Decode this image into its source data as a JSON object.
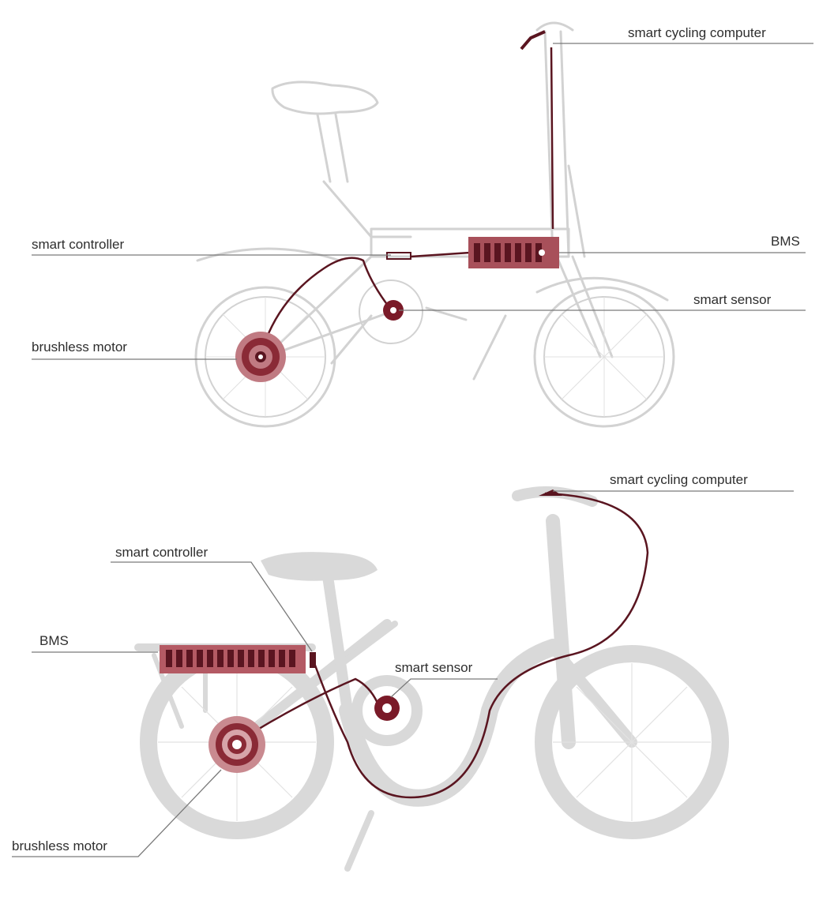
{
  "top_bike": {
    "labels": {
      "cycling_computer": "smart cycling computer",
      "controller": "smart controller",
      "bms": "BMS",
      "sensor": "smart sensor",
      "motor": "brushless motor"
    }
  },
  "bottom_bike": {
    "labels": {
      "cycling_computer": "smart cycling computer",
      "controller": "smart controller",
      "bms": "BMS",
      "sensor": "smart sensor",
      "motor": "brushless motor"
    }
  },
  "colors": {
    "component": "#a8505a",
    "component_dark": "#5a1520",
    "outline_bike": "#d4d4d4",
    "silhouette_bike": "#d9d9d9",
    "leader_line": "#7a7a7a"
  }
}
